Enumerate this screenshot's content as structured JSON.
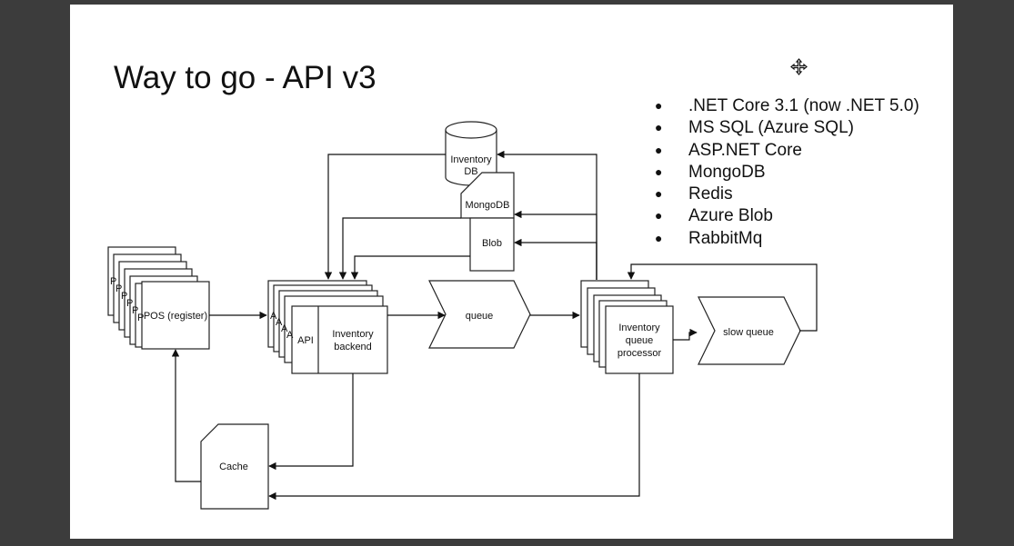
{
  "slide": {
    "title": "Way to go - API v3",
    "bullets": [
      ".NET Core 3.1 (now .NET 5.0)",
      "MS SQL (Azure SQL)",
      "ASP.NET Core",
      "MongoDB",
      "Redis",
      "Azure Blob",
      "RabbitMq"
    ],
    "bullet_glyph": "●"
  },
  "diagram": {
    "pos_stack_letter": "P",
    "pos_label": "POS (register)",
    "api_stack_letter": "A",
    "api_label": "API",
    "backend_label_1": "Inventory",
    "backend_label_2": "backend",
    "queue_label": "queue",
    "processor_label_1": "Inventory",
    "processor_label_2": "queue",
    "processor_label_3": "processor",
    "slow_queue_label": "slow queue",
    "db_label_1": "Inventory",
    "db_label_2": "DB",
    "mongodb_label": "MongoDB",
    "blob_label": "Blob",
    "cache_label": "Cache"
  },
  "icons": {
    "cursor": "move-cursor-icon"
  }
}
